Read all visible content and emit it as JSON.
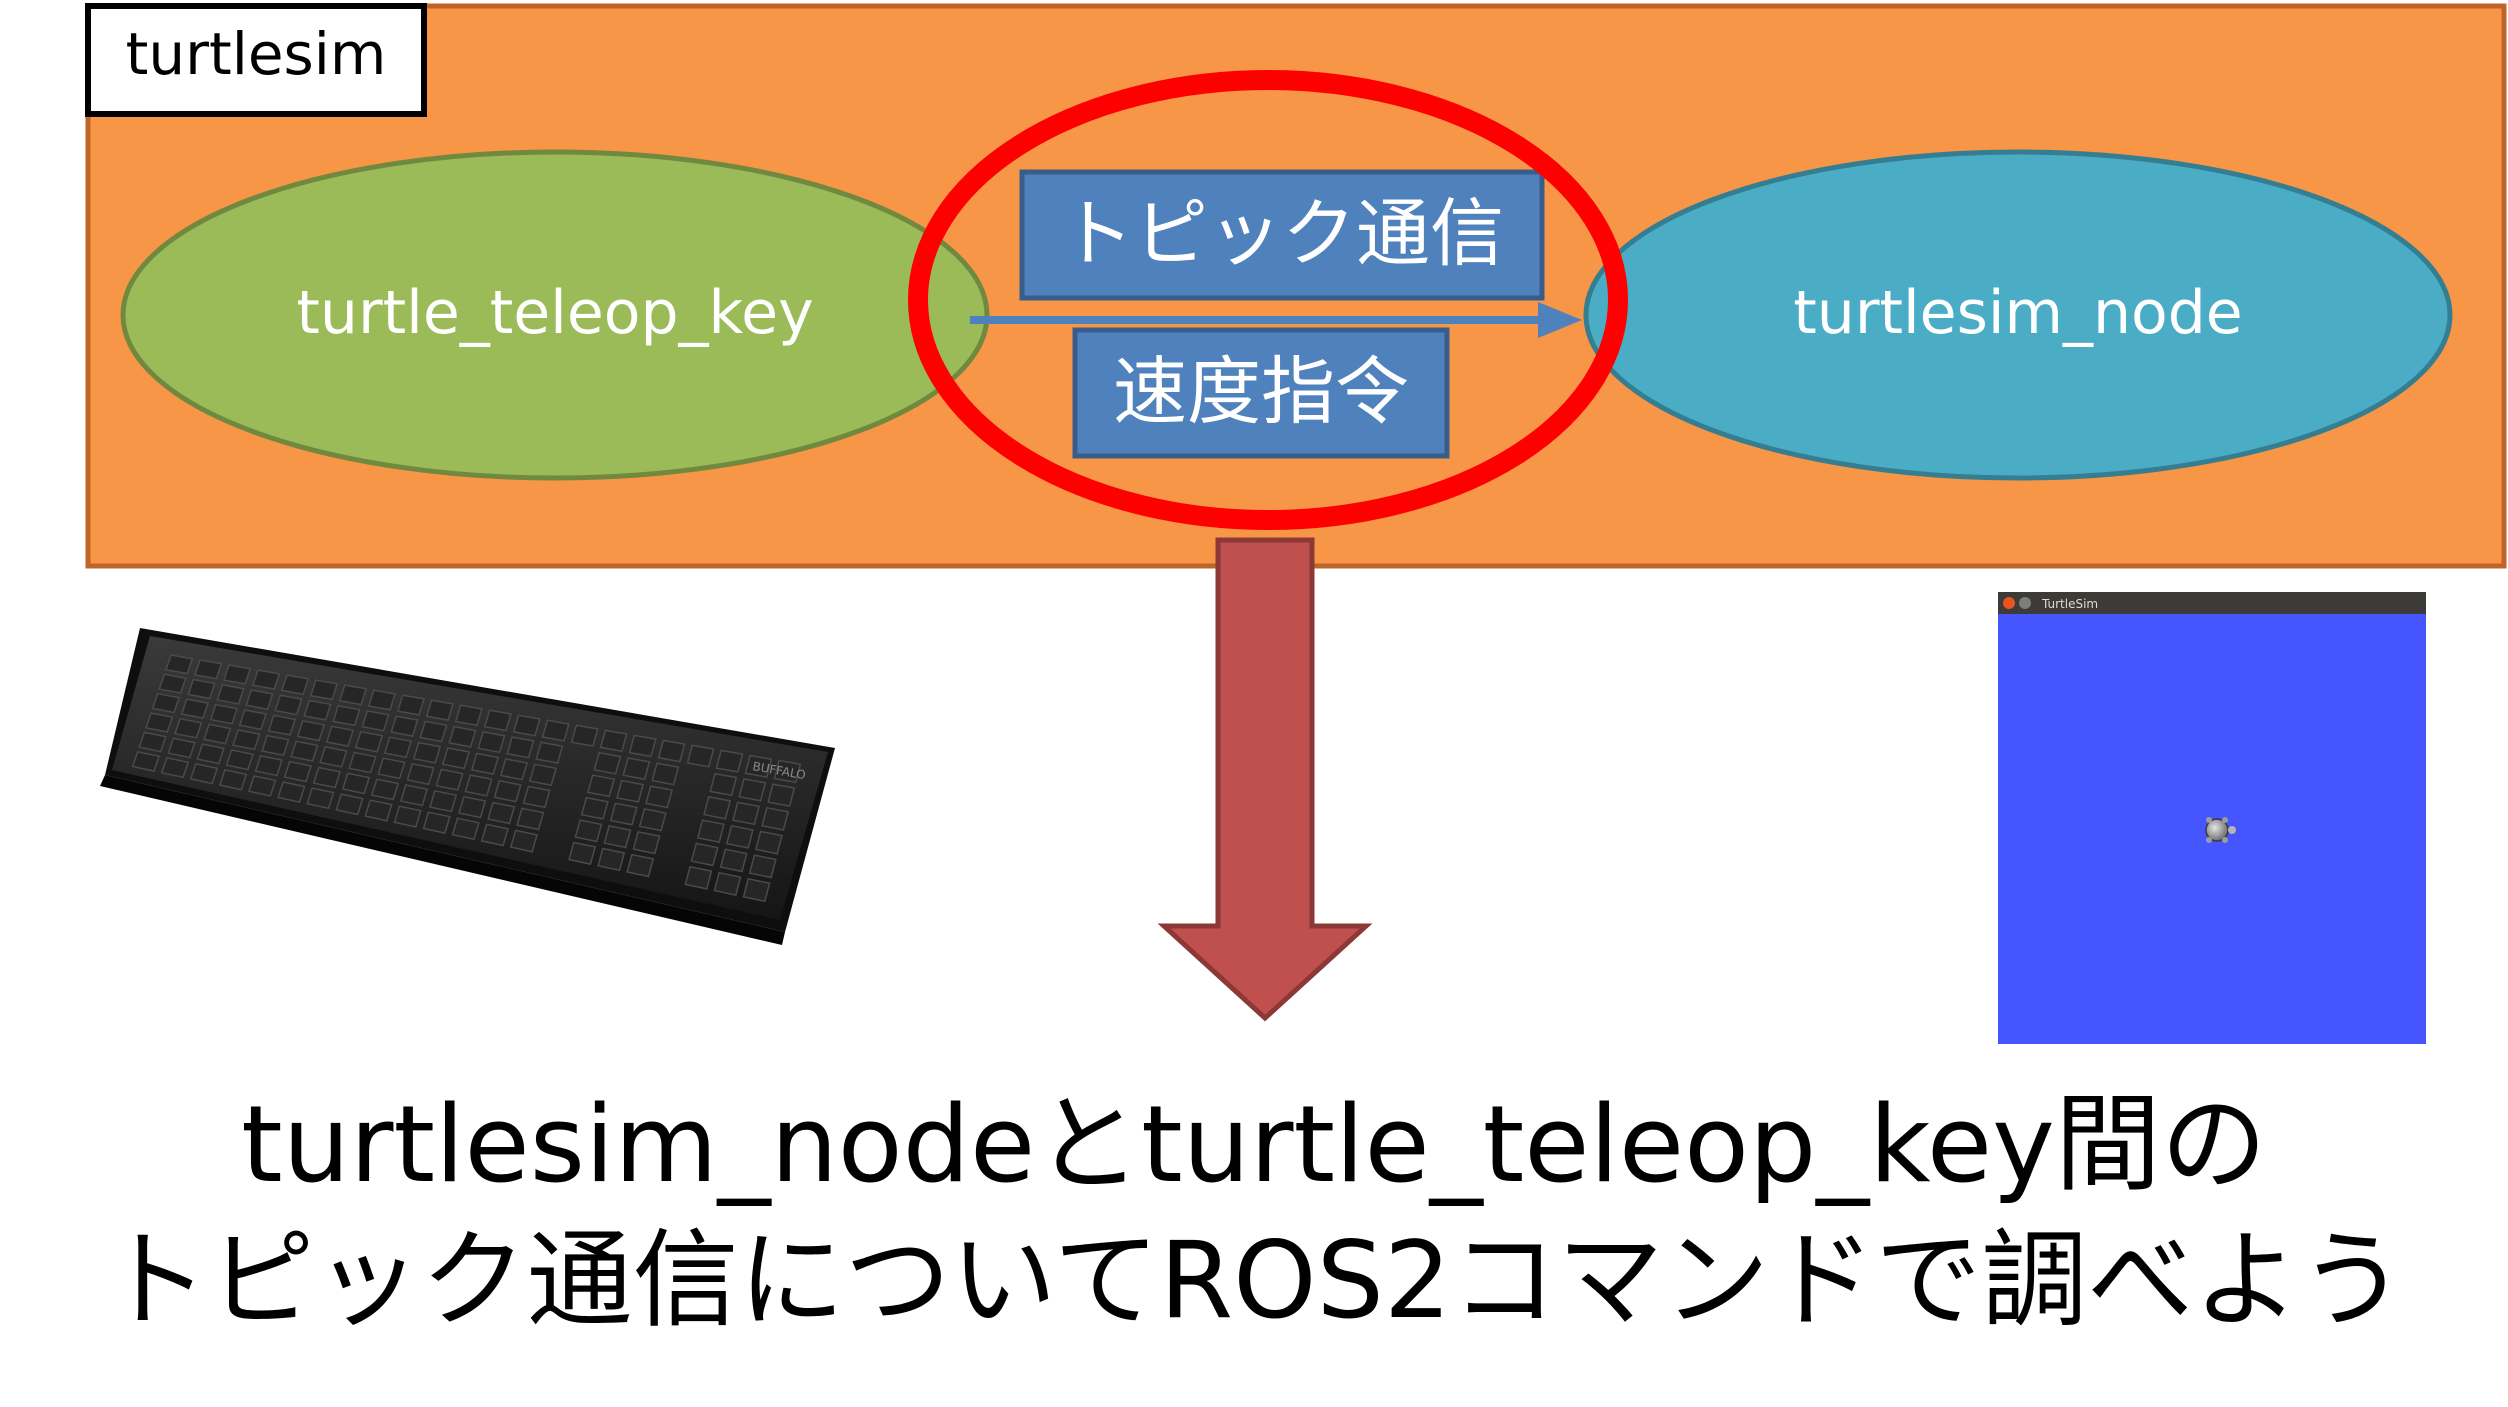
{
  "container": {
    "label": "turtlesim",
    "fill": "#F79646",
    "border": "#C0652A"
  },
  "nodes": [
    {
      "id": "teleop",
      "label": "turtle_teleop_key",
      "fill": "#9BBB59",
      "border": "#71893F"
    },
    {
      "id": "sim",
      "label": "turtlesim_node",
      "fill": "#4BACC6",
      "border": "#357D91"
    }
  ],
  "edge": {
    "from": "turtle_teleop_key",
    "to": "turtlesim_node",
    "topic_label": "トピック通信",
    "message_label": "速度指令",
    "label_fill": "#4F81BD",
    "label_border": "#385D8A"
  },
  "highlight": {
    "color": "#FF0000"
  },
  "down_arrow": {
    "fill": "#C0504D",
    "border": "#8C3836"
  },
  "turtlesim_window": {
    "title": "TurtleSim",
    "canvas_color": "#4556FF",
    "titlebar_color": "#3C3B37"
  },
  "caption": {
    "line1": "turtlesim_nodeとturtle_teleop_key間の",
    "line2": "トピック通信についてROS2コマンドで調べよう"
  }
}
